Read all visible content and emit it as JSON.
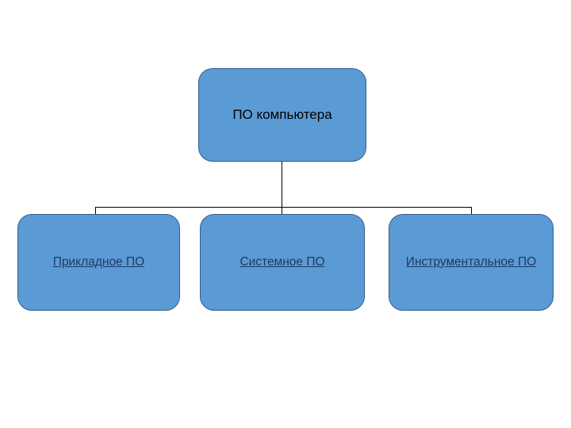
{
  "diagram": {
    "type": "hierarchy-tree",
    "colors": {
      "node_fill": "#5b9bd5",
      "node_border": "#2f5d8a",
      "root_text": "#000000",
      "child_text": "#1f3864",
      "connector": "#000000",
      "background": "#ffffff"
    },
    "root": {
      "label": "ПО компьютера"
    },
    "children": [
      {
        "label": "Прикладное ПО"
      },
      {
        "label": "Системное ПО"
      },
      {
        "label": "Инструментальное ПО"
      }
    ]
  }
}
